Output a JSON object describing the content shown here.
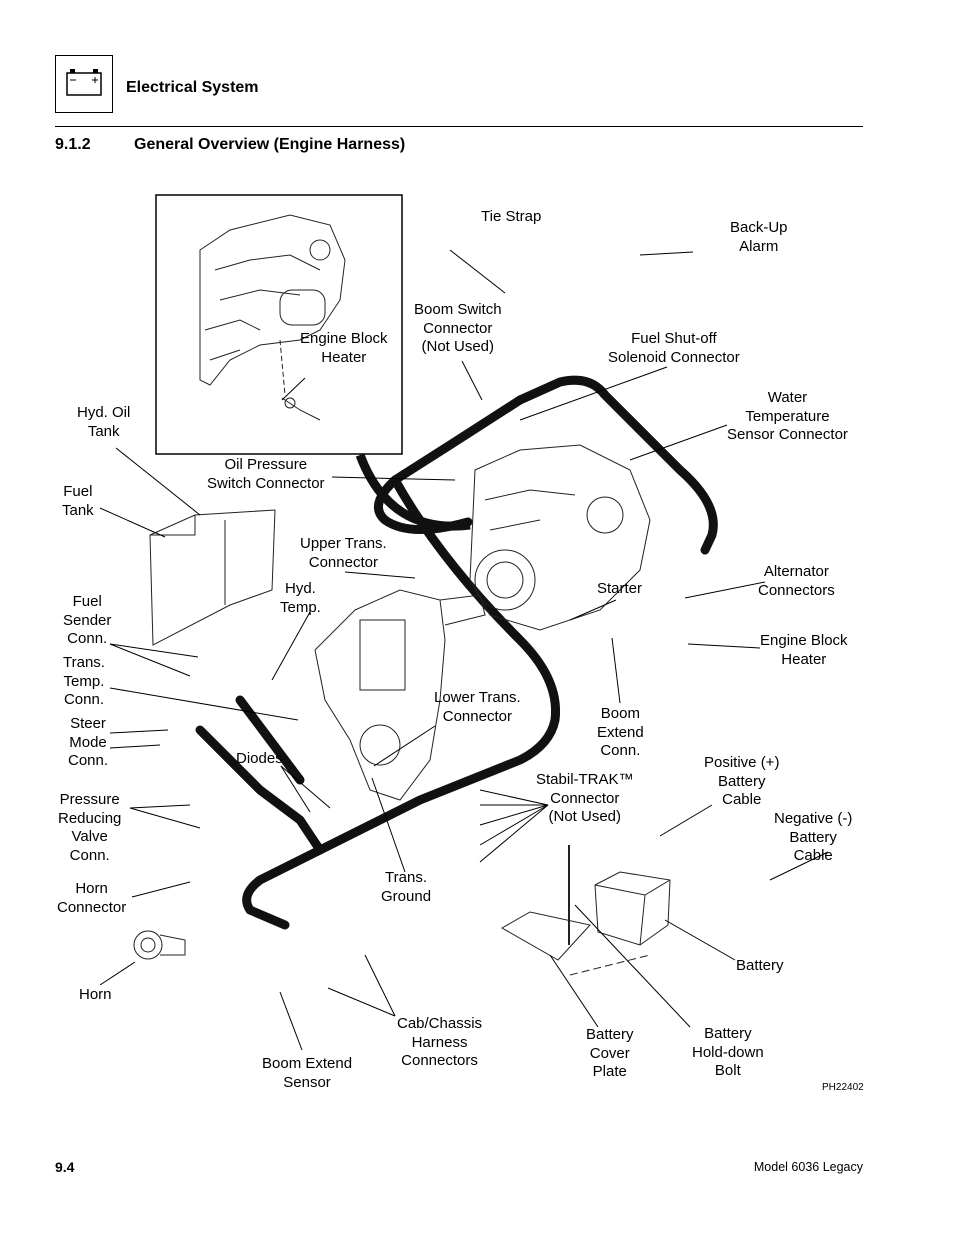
{
  "header": {
    "section": "Electrical System",
    "icon": "battery-icon"
  },
  "section": {
    "number": "9.1.2",
    "title": "General Overview (Engine Harness)"
  },
  "labels": {
    "tie_strap": "Tie Strap",
    "backup_alarm": [
      "Back-Up",
      "Alarm"
    ],
    "boom_switch": [
      "Boom Switch",
      "Connector",
      "(Not Used)"
    ],
    "fuel_shutoff": [
      "Fuel Shut-off",
      "Solenoid Connector"
    ],
    "engine_block_heater_inset": [
      "Engine Block",
      "Heater"
    ],
    "water_temp": [
      "Water",
      "Temperature",
      "Sensor Connector"
    ],
    "hyd_oil_tank": [
      "Hyd. Oil",
      "Tank"
    ],
    "oil_pressure": [
      "Oil Pressure",
      "Switch Connector"
    ],
    "fuel_tank": [
      "Fuel",
      "Tank"
    ],
    "upper_trans": [
      "Upper Trans.",
      "Connector"
    ],
    "hyd_temp": [
      "Hyd.",
      "Temp."
    ],
    "alternator": [
      "Alternator",
      "Connectors"
    ],
    "starter": "Starter",
    "fuel_sender": [
      "Fuel",
      "Sender",
      "Conn."
    ],
    "engine_block_heater": [
      "Engine Block",
      "Heater"
    ],
    "trans_temp": [
      "Trans.",
      "Temp.",
      "Conn."
    ],
    "lower_trans": [
      "Lower Trans.",
      "Connector"
    ],
    "boom_extend_conn": [
      "Boom",
      "Extend",
      "Conn."
    ],
    "steer_mode": [
      "Steer",
      "Mode",
      "Conn."
    ],
    "diodes": "Diodes",
    "positive_cable": [
      "Positive (+)",
      "Battery",
      "Cable"
    ],
    "stabil_trak": [
      "Stabil-TRAK™",
      "Connector",
      "(Not Used)"
    ],
    "negative_cable": [
      "Negative (-)",
      "Battery",
      "Cable"
    ],
    "pressure_valve": [
      "Pressure",
      "Reducing",
      "Valve",
      "Conn."
    ],
    "horn_connector": [
      "Horn",
      "Connector"
    ],
    "trans_ground": [
      "Trans.",
      "Ground"
    ],
    "battery": "Battery",
    "horn": "Horn",
    "cab_chassis": [
      "Cab/Chassis",
      "Harness",
      "Connectors"
    ],
    "battery_holddown": [
      "Battery",
      "Hold-down",
      "Bolt"
    ],
    "battery_cover": [
      "Battery",
      "Cover",
      "Plate"
    ],
    "boom_extend_sensor": [
      "Boom Extend",
      "Sensor"
    ]
  },
  "figure_id": "PH22402",
  "footer": {
    "page": "9.4",
    "model": "Model  6036 Legacy"
  }
}
